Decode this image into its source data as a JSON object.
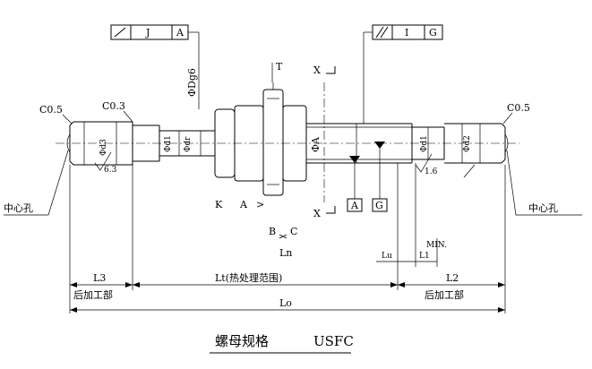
{
  "frames": {
    "left": {
      "symbol": "⁄",
      "letter": "J",
      "datum": "A"
    },
    "right": {
      "symbol": "⫽",
      "letter": "I",
      "datum": "G"
    }
  },
  "labels": {
    "chamfer_left": "C0.5",
    "chamfer_mid": "C0.3",
    "chamfer_right": "C0.5",
    "roughness_left": "6.3",
    "roughness_right": "1.6",
    "center_hole_left": "中心孔",
    "center_hole_right": "中心孔",
    "dg6": "ΦDg6",
    "d3": "Φd3",
    "d1_left": "Φd1",
    "d1_right": "Φd1",
    "dr": "Φdr",
    "phiA": "ΦA",
    "d2": "Φd2",
    "T": "T",
    "X_top": "X",
    "X_bottom": "X",
    "K": "K",
    "A": "A",
    "B": "B",
    "C": "C",
    "datum_A": "A",
    "datum_G": "G",
    "Ln": "Ln",
    "L3": "L3",
    "Lt": "Lt(热处理范围)",
    "Lu": "Lu",
    "L1": "L1",
    "L2": "L2",
    "MIN": "MIN.",
    "Lo": "Lo",
    "post_left": "后加工部",
    "post_right": "后加工部"
  },
  "caption": {
    "label": "螺母规格",
    "value": "USFC"
  }
}
